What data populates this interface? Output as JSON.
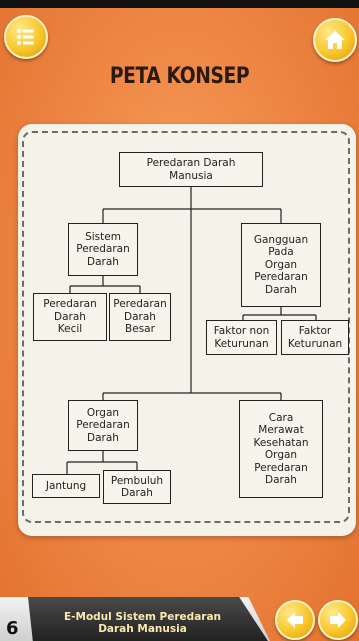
{
  "header": {
    "title": "PETA KONSEP"
  },
  "icons": {
    "menu": "list-menu-icon",
    "home": "home-icon",
    "prev": "arrow-left-icon",
    "next": "arrow-right-icon"
  },
  "map": {
    "root": "Peredaran Darah\nManusia",
    "sistem": "Sistem\nPeredaran\nDarah",
    "kecil": "Peredaran\nDarah\nKecil",
    "besar": "Peredaran\nDarah\nBesar",
    "gangguan": "Gangguan\nPada\nOrgan\nPeredaran\nDarah",
    "faktor_non": "Faktor non\nKeturunan",
    "faktor": "Faktor\nKeturunan",
    "organ": "Organ\nPeredaran\nDarah",
    "jantung": "Jantung",
    "pembuluh": "Pembuluh\nDarah",
    "cara": "Cara\nMerawat\nKesehatan\nOrgan\nPeredaran\nDarah"
  },
  "footer": {
    "page_number": "6",
    "module_title": "E-Modul Sistem Peredaran\nDarah Manusia"
  },
  "colors": {
    "background": "#f08a48",
    "button": "#f9c62a",
    "card": "#f5f2ea"
  }
}
